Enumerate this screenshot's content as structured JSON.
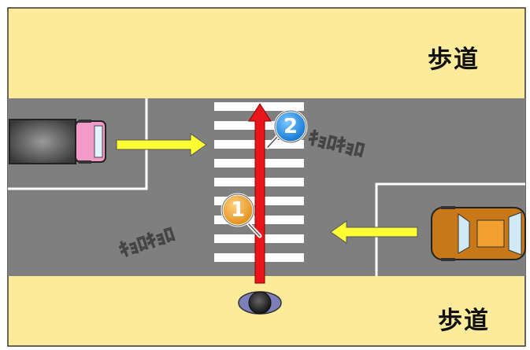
{
  "labels": {
    "sidewalk_top": "歩道",
    "sidewalk_bottom": "歩道",
    "look_around_1": "ｷｮﾛｷｮﾛ",
    "look_around_2": "ｷｮﾛｷｮﾛ"
  },
  "badges": [
    {
      "number": "1",
      "color": "#f0a030"
    },
    {
      "number": "2",
      "color": "#1e8fe0"
    }
  ],
  "colors": {
    "sidewalk": "#fbeb9a",
    "road": "#7f7f7f",
    "crosswalk": "#ffffff",
    "walk_arrow": "#e8161a",
    "traffic_arrow": "#ffff33",
    "truck_cab": "#f49ac8",
    "car": "#c87818"
  }
}
